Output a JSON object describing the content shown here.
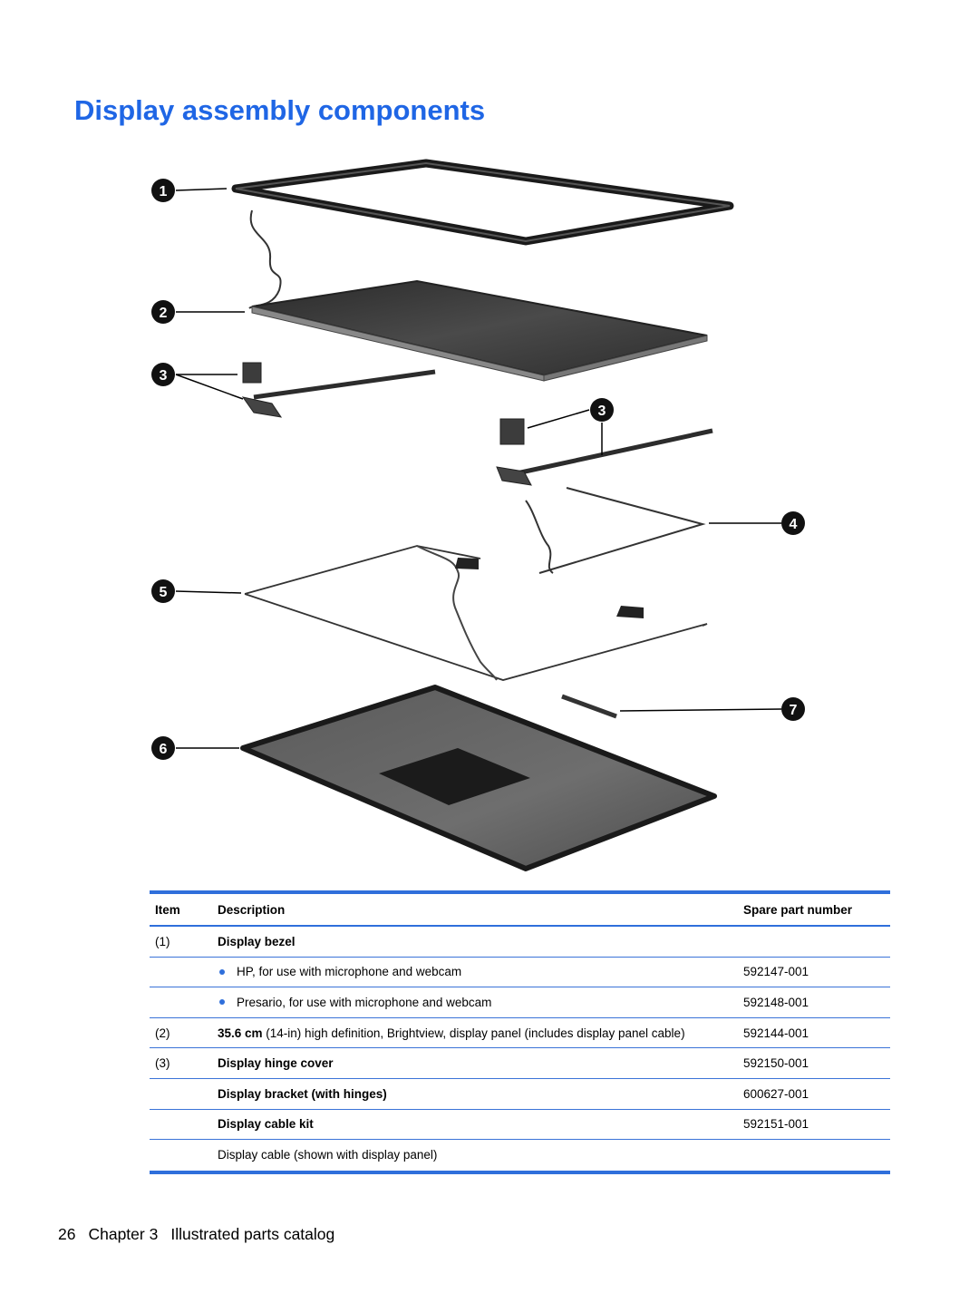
{
  "title": "Display assembly components",
  "callouts": [
    "1",
    "2",
    "3",
    "3",
    "4",
    "5",
    "6",
    "7"
  ],
  "table": {
    "headers": {
      "item": "Item",
      "description": "Description",
      "spare": "Spare part number"
    },
    "rows": [
      {
        "item": "(1)",
        "bullet": false,
        "desc_bold": "Display bezel",
        "desc": "",
        "spare": ""
      },
      {
        "item": "",
        "bullet": true,
        "desc_bold": "",
        "desc": "HP, for use with microphone and webcam",
        "spare": "592147-001"
      },
      {
        "item": "",
        "bullet": true,
        "desc_bold": "",
        "desc": "Presario, for use with microphone and webcam",
        "spare": "592148-001"
      },
      {
        "item": "(2)",
        "bullet": false,
        "desc_bold": "35.6 cm",
        "desc": " (14-in) high definition, Brightview, display panel (includes display panel cable)",
        "spare": "592144-001"
      },
      {
        "item": "(3)",
        "bullet": false,
        "desc_bold": "Display hinge cover",
        "desc": "",
        "spare": "592150-001"
      },
      {
        "item": "",
        "bullet": false,
        "desc_bold": "Display bracket (with hinges)",
        "desc": "",
        "spare": "600627-001"
      },
      {
        "item": "",
        "bullet": false,
        "desc_bold": "Display cable kit",
        "desc": "",
        "spare": "592151-001"
      },
      {
        "item": "",
        "bullet": false,
        "desc_bold": "",
        "desc": "Display cable (shown with display panel)",
        "spare": ""
      }
    ]
  },
  "footer": {
    "page": "26",
    "chapter": "Chapter 3",
    "section": "Illustrated parts catalog"
  },
  "colors": {
    "accent": "#1f66e5",
    "rule": "#2f6fdb"
  }
}
